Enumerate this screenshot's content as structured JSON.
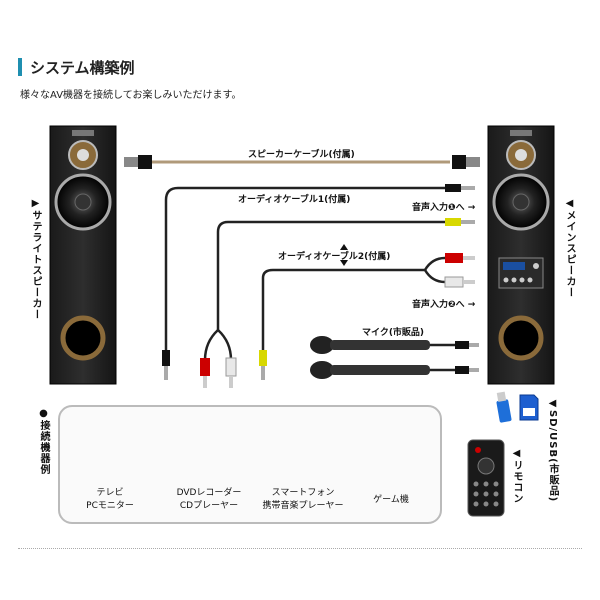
{
  "header": {
    "title": "システム構築例",
    "subtitle": "様々なAV機器を接続してお楽しみいただけます。"
  },
  "labels": {
    "speaker_cable": "スピーカーケーブル(付属)",
    "audio_cable_1": "オーディオケーブル1(付属)",
    "audio_input_1": "音声入力❶へ →",
    "audio_cable_2": "オーディオケーブル2(付属)",
    "audio_input_2": "音声入力❷へ →",
    "mic": "マイク(市販品)",
    "satellite_speaker": "▶サテライトスピーカー",
    "main_speaker": "◀メインスピーカー",
    "connected_devices": "●接続機器例",
    "sd_usb": "◀SD/USB(市販品)",
    "remote": "◀リモコン"
  },
  "devices": [
    {
      "line1": "テレビ",
      "line2": "PCモニター"
    },
    {
      "line1": "DVDレコーダー",
      "line2": "CDプレーヤー"
    },
    {
      "line1": "スマートフォン",
      "line2": "携帯音楽プレーヤー"
    },
    {
      "line1": "ゲーム機",
      "line2": ""
    }
  ],
  "colors": {
    "accent": "#1f8fb0",
    "cable_yellow": "#d8d800",
    "cable_red": "#cc0000",
    "usb_blue": "#1e6fd9"
  }
}
